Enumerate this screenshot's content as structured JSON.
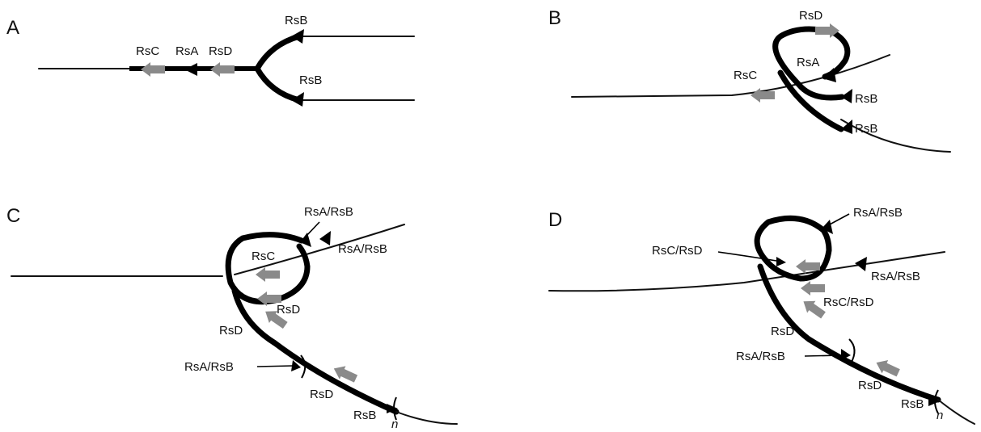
{
  "panels": {
    "A": {
      "letter": "A",
      "labels": {
        "rsc": "RsC",
        "rsa": "RsA",
        "rsd": "RsD",
        "rsb_top": "RsB",
        "rsb_bottom": "RsB"
      }
    },
    "B": {
      "letter": "B",
      "labels": {
        "rsd": "RsD",
        "rsa": "RsA",
        "rsc": "RsC",
        "rsb_1": "RsB",
        "rsb_2": "RsB"
      }
    },
    "C": {
      "letter": "C",
      "labels": {
        "rsab_top": "RsA/RsB",
        "rsab_right": "RsA/RsB",
        "rsc": "RsC",
        "rsd_loop": "RsD",
        "rsd_1": "RsD",
        "rsab_left": "RsA/RsB",
        "rsd_2": "RsD",
        "rsb": "RsB",
        "n": "n"
      }
    },
    "D": {
      "letter": "D",
      "labels": {
        "rsab_top": "RsA/RsB",
        "rscd_left": "RsC/RsD",
        "rsab_right": "RsA/RsB",
        "rscd_mid": "RsC/RsD",
        "rsd_1": "RsD",
        "rsab_left": "RsA/RsB",
        "rsd_2": "RsD",
        "rsb": "RsB",
        "n": "n"
      }
    }
  },
  "colors": {
    "line": "#000000",
    "gray_arrow": "#8a8a8a"
  }
}
